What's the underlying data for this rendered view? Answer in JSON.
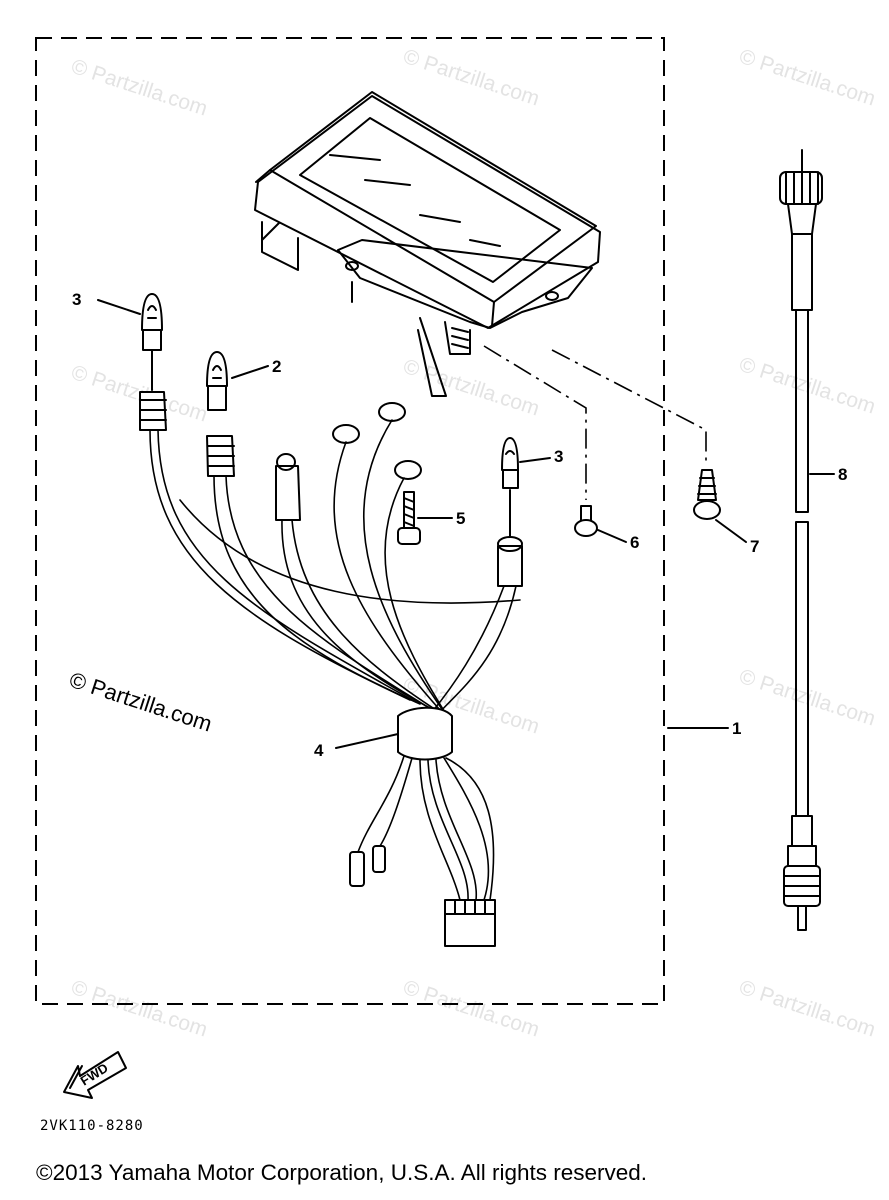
{
  "diagram": {
    "callouts": [
      {
        "id": "1",
        "label": "1"
      },
      {
        "id": "2",
        "label": "2"
      },
      {
        "id": "3a",
        "label": "3"
      },
      {
        "id": "3b",
        "label": "3"
      },
      {
        "id": "4",
        "label": "4"
      },
      {
        "id": "5",
        "label": "5"
      },
      {
        "id": "6",
        "label": "6"
      },
      {
        "id": "7",
        "label": "7"
      },
      {
        "id": "8",
        "label": "8"
      }
    ],
    "watermark_small": "© Partzilla.com",
    "watermark_large": "© Partzilla.com",
    "fwd_label": "FWD",
    "diagram_code": "2VK110-8280"
  },
  "footer": {
    "copyright": "©2013 Yamaha Motor Corporation, U.S.A. All rights reserved."
  }
}
